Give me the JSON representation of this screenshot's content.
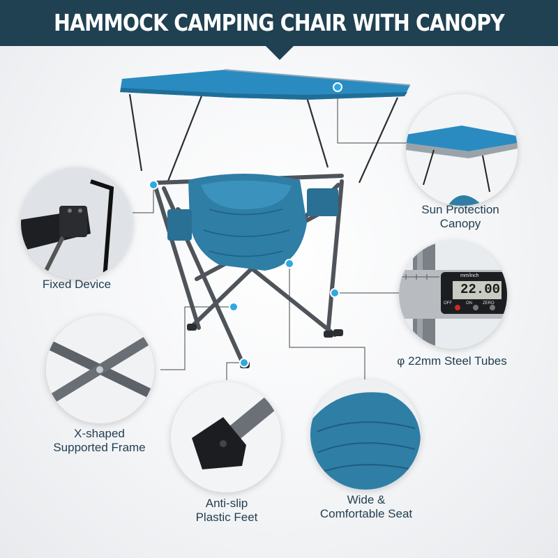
{
  "header": {
    "title": "HAMMOCK CAMPING CHAIR WITH CANOPY"
  },
  "features": {
    "fixed_device": {
      "label": "Fixed Device"
    },
    "sun_canopy": {
      "line1": "Sun Protection",
      "line2": "Canopy"
    },
    "steel_tubes": {
      "label": "φ 22mm Steel Tubes",
      "caliper_unit": "mm/inch",
      "caliper_reading": "22.00",
      "btn_off": "OFF",
      "btn_on": "ON",
      "btn_zero": "ZERO"
    },
    "x_frame": {
      "line1": "X-shaped",
      "line2": "Supported Frame"
    },
    "feet": {
      "line1": "Anti-slip",
      "line2": "Plastic Feet"
    },
    "seat": {
      "line1": "Wide &",
      "line2": "Comfortable Seat"
    }
  },
  "colors": {
    "banner": "#1f4152",
    "fabric": "#2e7ea6",
    "canopy": "#2a8bc0",
    "frame": "#5a5f66",
    "label": "#1f3d4e",
    "marker": "#2fa9e0"
  }
}
